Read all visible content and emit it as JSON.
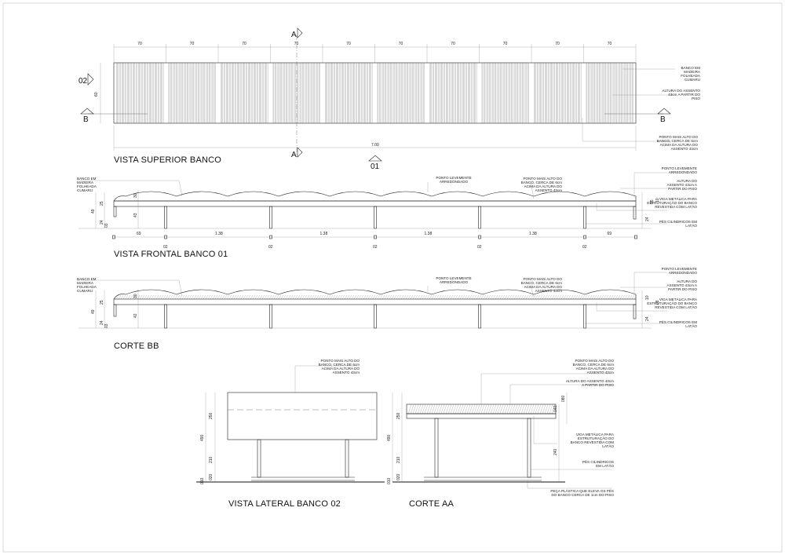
{
  "views": {
    "top": {
      "title": "VISTA SUPERIOR BANCO",
      "module_dims": [
        "70",
        "70",
        "70",
        "70",
        "70",
        "70",
        "70",
        "70",
        "70",
        "70"
      ],
      "total_length": "7.00",
      "depth": "60",
      "labels": [
        "BANCO EM MADEIRA FOLHEADA CUMARU",
        "ALTURA DO ASSENTO 43cm A PARTIR DO PISO",
        "PONTO MAIS ALTO DO BANCO, CERCA DE 6cm ACIMA DA ALTURA DO ASSENTO 43cm"
      ],
      "section_a": "A",
      "section_b": "B",
      "marker_side": "02",
      "marker_front": "01"
    },
    "front": {
      "title": "VISTA FRONTAL BANCO 01",
      "labels": {
        "wood": "BANCO EM MADEIRA FOLHEADA CUMARU",
        "rounded": "PONTO LEVEMENTE ARREDONDADO",
        "highest": "PONTO MAIS ALTO DO BANCO, CERCA DE 6cm ACIMA DA ALTURA DO ASSENTO 43cm",
        "rounded_r": "PONTO LEVEMENTE ARREDONDADO",
        "seat": "ALTURA DO ASSENTO 43cm A PARTIR DO PISO",
        "beam": "VIGA METÁLICA PARA ESTRUTURAÇÃO DO BANCO REVESTIDA COM LATÃO",
        "feet": "PÉS CILINDRICOS EM LATÃO"
      },
      "dims_left": [
        "49",
        "25",
        "24",
        "03",
        "30",
        "43"
      ],
      "dims_right": [
        "05",
        "10",
        "24"
      ],
      "spans": [
        "69",
        "1.38",
        "1.38",
        "1.38",
        "1.38",
        "69"
      ],
      "leg_dims": [
        "02",
        "02",
        "02",
        "02",
        "02",
        "02"
      ]
    },
    "section_bb": {
      "title": "CORTE BB",
      "labels": {
        "wood": "BANCO EM MADEIRA FOLHEADA CUMARU",
        "rounded": "PONTO LEVEMENTE ARREDONDADO",
        "highest": "PONTO MAIS ALTO DO BANCO, CERCA DE 6cm ACIMA DA ALTURA DO ASSENTO 43cm",
        "rounded_r": "PONTO LEVEMENTE ARREDONDADO",
        "seat": "ALTURA DO ASSENTO 43cm A PARTIR DO PISO",
        "beam": "VIGA METÁLICA PARA ESTRUTURAÇÃO DO BANCO REVESTIDA COM LATÃO",
        "feet": "PÉS CILINDRICOS EM LATÃO"
      },
      "dims_left": [
        "49",
        "25",
        "24",
        "03",
        "30",
        "42"
      ],
      "dims_right": [
        "10",
        "08",
        "24"
      ]
    },
    "side": {
      "title": "VISTA LATERAL BANCO 02",
      "label": "PONTO MAIS ALTO DO BANCO, CERCA DE 6cm ACIMA DA ALTURA DO ASSENTO 43cm",
      "dims": [
        "490",
        "250",
        "210",
        "020",
        "010"
      ]
    },
    "section_aa": {
      "title": "CORTE AA",
      "labels": {
        "highest": "PONTO MAIS ALTO DO BANCO, CERCA DE 6cm ACIMA DA ALTURA DO ASSENTO 43cm",
        "seat": "ALTURA DO ASSENTO 43cm A PARTIR DO PISO",
        "beam": "VIGA METÁLICA PARA ESTRUTURAÇÃO DO BANCO REVESTIDA COM LATÃO",
        "feet": "PÉS CILINDRICOS EM LATÃO",
        "plastic": "PEÇA PLÁSTICA QUE ELEVA OS PÉS DO BANCO CERCA DE 1cm DO PISO"
      },
      "dims": [
        "490",
        "250",
        "210",
        "020",
        "010",
        "080",
        "040",
        "240"
      ]
    }
  }
}
